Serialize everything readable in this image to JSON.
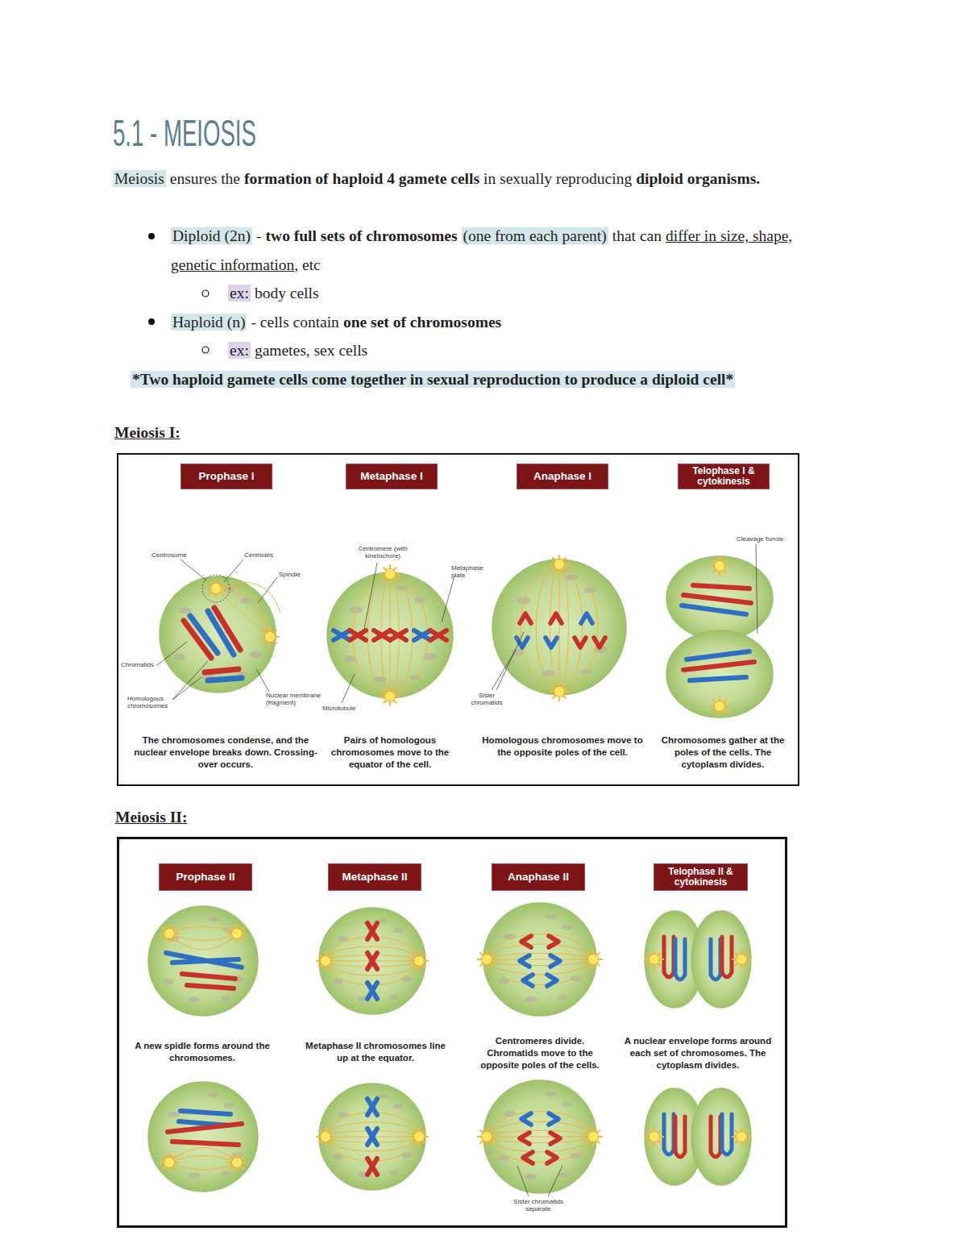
{
  "diagram": {
    "title": "5.1 - MEIOSIS",
    "nodes": [
      {
        "text": [
          "Meiosis I:"
        ]
      },
      {
        "text": [
          "Prophase I"
        ],
        "in": 0
      },
      {
        "text": [
          "Metaphase I"
        ],
        "in": 0
      },
      {
        "text": [
          "Anaphase I"
        ],
        "in": 0
      },
      {
        "text": [
          "Telophase I & cytokinesis"
        ],
        "in": 0
      },
      {
        "text": [
          "Meiosis II:"
        ]
      },
      {
        "text": [
          "Prophase II"
        ],
        "in": 5
      },
      {
        "text": [
          "Metaphase II"
        ],
        "in": 5
      },
      {
        "text": [
          "Anaphase II"
        ],
        "in": 5
      },
      {
        "text": [
          "Telophase II & cytokinesis"
        ],
        "in": 5
      }
    ],
    "labels": [
      "Meiosis",
      "ensures the",
      "formation of haploid 4 gamete cells",
      "in sexually reproducing",
      "diploid organisms.",
      "Diploid (2n)",
      "-",
      "two full sets of chromosomes",
      "(one from each parent)",
      "that can",
      "differ in size, shape, genetic information",
      ", etc",
      "ex:",
      "body cells",
      "Haploid (n)",
      "- cells contain",
      "one set of chromosomes",
      "ex:",
      "gametes, sex cells",
      "*Two haploid gamete cells come together in sexual reproduction to produce a diploid cell*",
      "Centrosome",
      "Centrioles",
      "Spindle",
      "Chromatids",
      "Homologous chromosomes",
      "Nuclear membrane (fragment)",
      "The chromosomes condense, and the nuclear envelope breaks down. Crossing-over occurs.",
      "Centromere (with kinetochore)",
      "Metaphase plate",
      "Microtubule",
      "Pairs of homologous chromosomes move to the equator of the cell.",
      "Sister chromatids",
      "Homologous chromosomes move to the opposite poles of the cell.",
      "Cleavage furrow",
      "Chromosomes gather at the poles of the cells. The cytoplasm divides.",
      "A new spidle forms around the chromosomes.",
      "Metaphase II chromosomes line up at the equator.",
      "Centromeres divide. Chromatids move to the opposite poles of the cells.",
      "Sister chromatids separate",
      "A nuclear envelope forms around each set of chromosomes. The cytoplasm divides."
    ]
  }
}
